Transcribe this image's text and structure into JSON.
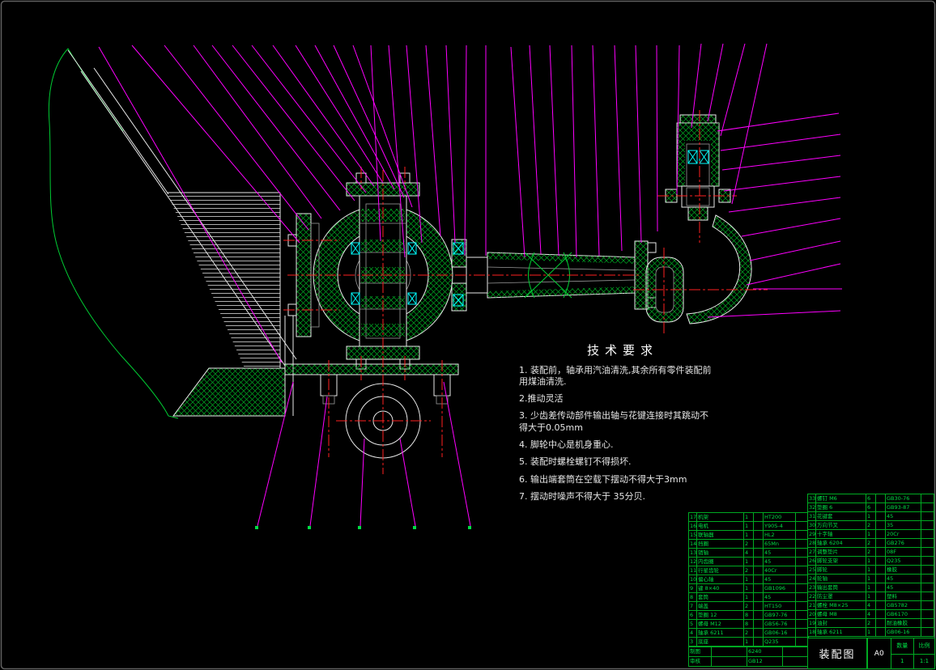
{
  "meta": {
    "drawing_name": "装配图"
  },
  "colors": {
    "background": "#000000",
    "outline": "#e8e8e8",
    "hatch_green": "#00aa22",
    "centerline_red": "#ff2020",
    "leader_magenta": "#ff00ff",
    "highlight_cyan": "#00ffff",
    "table_green": "#00dd44"
  },
  "tech": {
    "title": "技术要求",
    "items": [
      "1. 装配前，轴承用汽油清洗,其余所有零件装配前用煤油清洗.",
      "2.推动灵活",
      "3. 少齿差传动部件输出轴与花键连接时其跳动不得大于0.05mm",
      "4. 脚轮中心是机身重心.",
      "5. 装配时螺栓螺钉不得损坏.",
      "6. 输出端套筒在空载下摆动不得大于3mm",
      "7. 摆动时噪声不得大于 35分贝."
    ]
  },
  "bom_left": {
    "rows": [
      [
        "17",
        "机架",
        "1",
        "",
        "HT200",
        ""
      ],
      [
        "16",
        "电机",
        "1",
        "",
        "Y90S-4",
        ""
      ],
      [
        "15",
        "联轴器",
        "1",
        "",
        "HL2",
        ""
      ],
      [
        "14",
        "挡圈",
        "2",
        "",
        "65Mn",
        ""
      ],
      [
        "13",
        "销轴",
        "4",
        "",
        "45",
        ""
      ],
      [
        "12",
        "内齿圈",
        "1",
        "",
        "45",
        ""
      ],
      [
        "11",
        "行星齿轮",
        "2",
        "",
        "40Cr",
        ""
      ],
      [
        "10",
        "偏心轴",
        "1",
        "",
        "45",
        ""
      ],
      [
        "9",
        "键 8×40",
        "1",
        "",
        "GB1096",
        ""
      ],
      [
        "8",
        "套筒",
        "1",
        "",
        "45",
        ""
      ],
      [
        "7",
        "端盖",
        "2",
        "",
        "HT150",
        ""
      ],
      [
        "6",
        "垫圈 12",
        "8",
        "",
        "GB97-76",
        ""
      ],
      [
        "5",
        "螺母 M12",
        "8",
        "",
        "GB56-76",
        ""
      ],
      [
        "4",
        "轴承 6211",
        "2",
        "",
        "GB06-16",
        ""
      ],
      [
        "3",
        "底座",
        "1",
        "",
        "Q235",
        ""
      ]
    ]
  },
  "bom_right": {
    "rows": [
      [
        "33",
        "螺钉 M6",
        "6",
        "",
        "GB30-76",
        ""
      ],
      [
        "32",
        "垫圈 6",
        "6",
        "",
        "GB93-87",
        ""
      ],
      [
        "31",
        "花键套",
        "1",
        "",
        "45",
        ""
      ],
      [
        "30",
        "万向节叉",
        "2",
        "",
        "35",
        ""
      ],
      [
        "29",
        "十字轴",
        "1",
        "",
        "20Cr",
        ""
      ],
      [
        "28",
        "轴承 6204",
        "2",
        "",
        "GB276",
        ""
      ],
      [
        "27",
        "调整垫片",
        "2",
        "",
        "08F",
        ""
      ],
      [
        "26",
        "脚轮支架",
        "1",
        "",
        "Q235",
        ""
      ],
      [
        "25",
        "脚轮",
        "1",
        "",
        "橡胶",
        ""
      ],
      [
        "24",
        "轮轴",
        "1",
        "",
        "45",
        ""
      ],
      [
        "23",
        "输出套筒",
        "1",
        "",
        "45",
        ""
      ],
      [
        "22",
        "防尘罩",
        "1",
        "",
        "塑料",
        ""
      ],
      [
        "21",
        "螺栓 M8×25",
        "4",
        "",
        "GB5782",
        ""
      ],
      [
        "20",
        "螺母 M8",
        "4",
        "",
        "GB6170",
        ""
      ],
      [
        "19",
        "油封",
        "2",
        "",
        "耐油橡胶",
        ""
      ],
      [
        "18",
        "轴承 6211",
        "1",
        "",
        "GB06-16",
        ""
      ]
    ]
  },
  "footer": {
    "rows": [
      [
        "制图",
        "",
        "6240",
        ""
      ],
      [
        "审核",
        "",
        "GB12",
        ""
      ]
    ]
  },
  "title_block": {
    "label": "装配图",
    "c1": "数量",
    "c2": "比例",
    "v1": "1",
    "v2": "1:1",
    "size": "A0"
  }
}
